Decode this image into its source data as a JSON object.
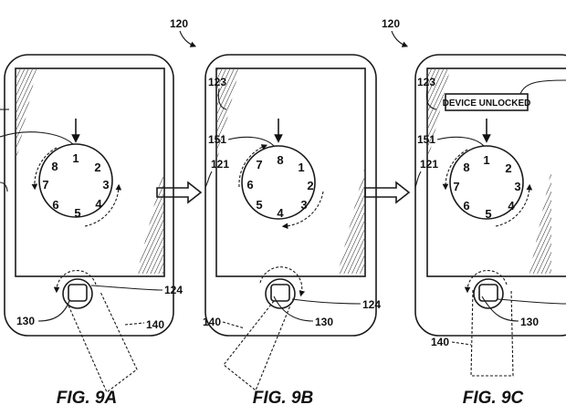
{
  "figures": [
    {
      "caption": "FIG. 9A",
      "device_ref": "",
      "dial_numbers": [
        "1",
        "2",
        "3",
        "4",
        "5",
        "6",
        "7",
        "8"
      ],
      "refs": {
        "screen": "",
        "dial": "",
        "body": "",
        "button": "124",
        "sensor": "130",
        "finger": "140"
      }
    },
    {
      "caption": "FIG. 9B",
      "device_ref": "120",
      "dial_numbers": [
        "8",
        "1",
        "2",
        "3",
        "4",
        "5",
        "6",
        "7"
      ],
      "refs": {
        "screen": "123",
        "dial": "151",
        "body": "121",
        "button": "124",
        "sensor": "130",
        "finger": "140"
      }
    },
    {
      "caption": "FIG. 9C",
      "device_ref": "120",
      "dial_numbers": [
        "1",
        "2",
        "3",
        "4",
        "5",
        "6",
        "7",
        "8"
      ],
      "status_message": "DEVICE UNLOCKED",
      "refs": {
        "screen": "123",
        "dial": "151",
        "body": "121",
        "button": "",
        "sensor": "130",
        "finger": "140"
      }
    }
  ],
  "transition_arrow": "hollow-right-arrow"
}
